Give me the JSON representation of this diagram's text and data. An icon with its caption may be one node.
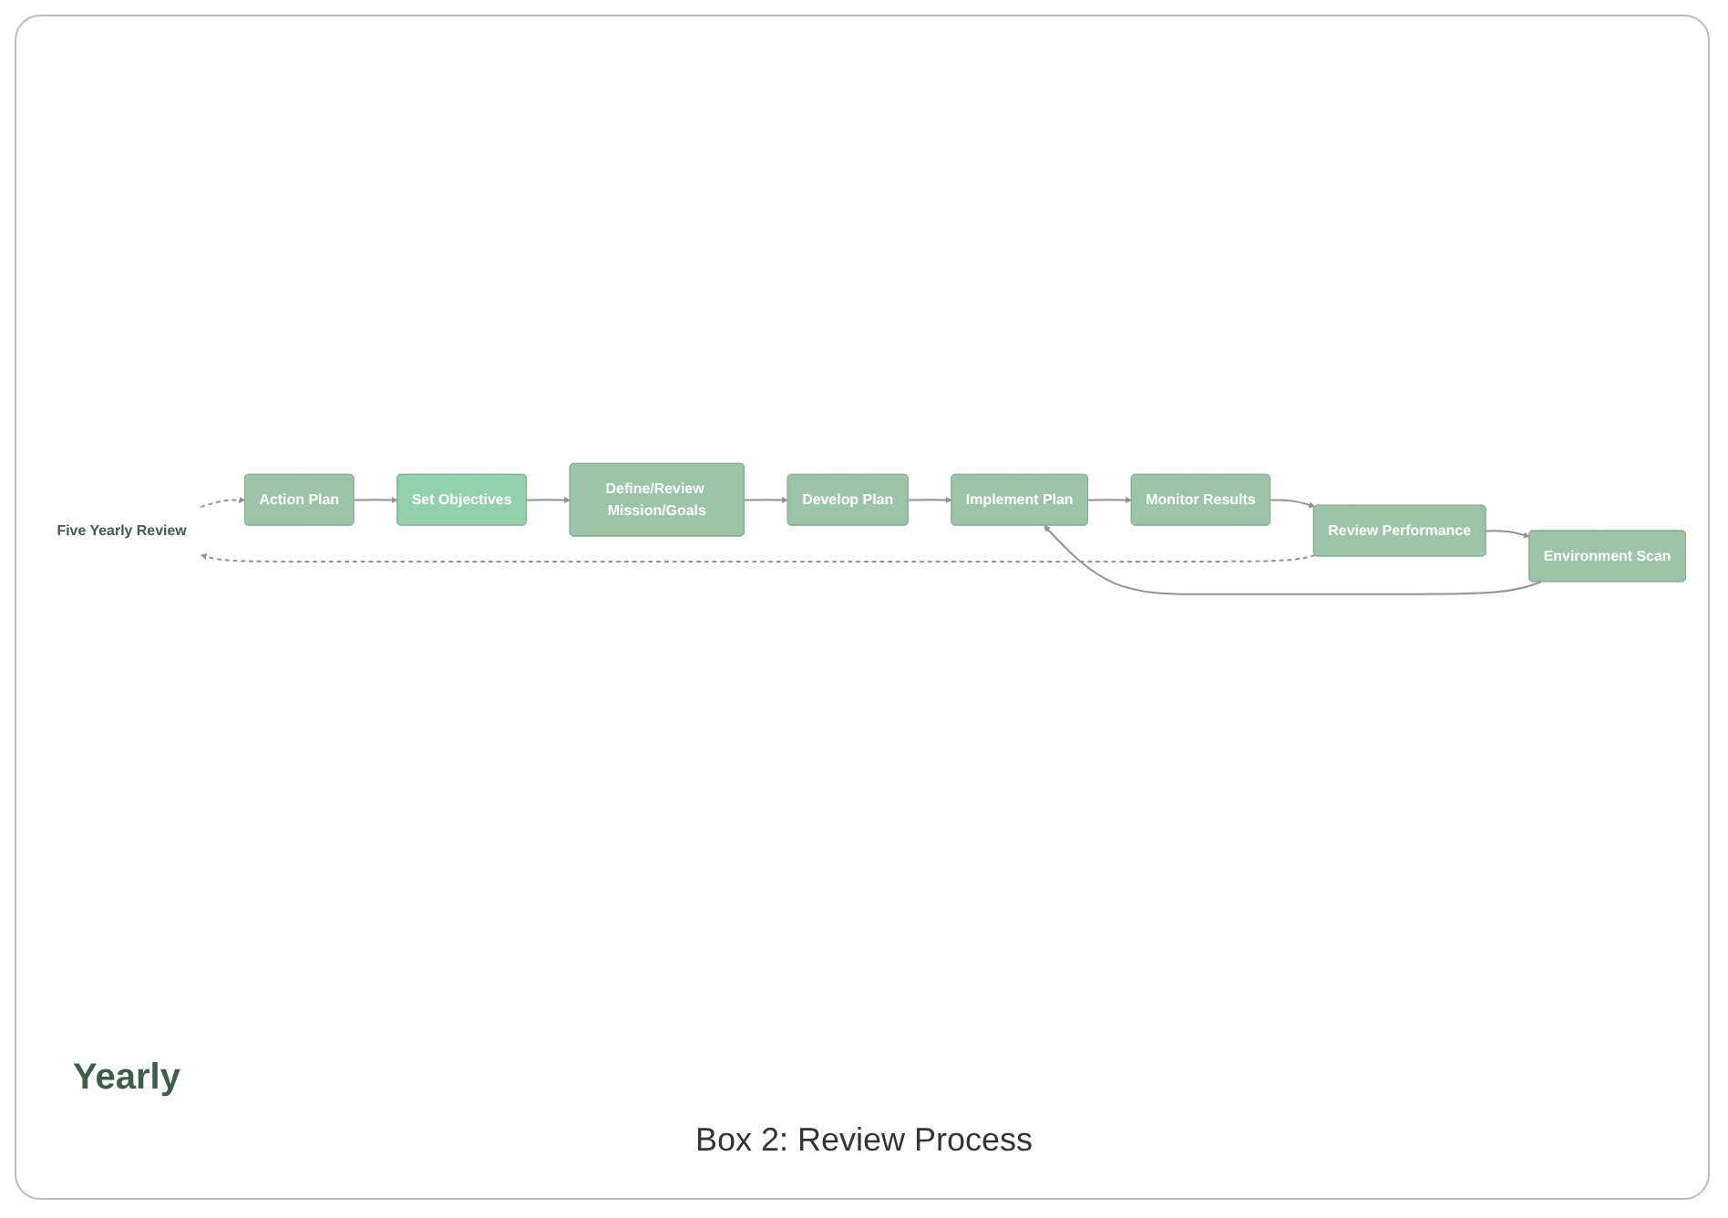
{
  "diagram": {
    "caption": "Box 2: Review Process",
    "nodes": [
      {
        "text": [
          "Five Yearly Review"
        ]
      },
      {
        "text": [
          "Action Plan"
        ]
      },
      {
        "text": [
          "Set Objectives"
        ]
      },
      {
        "text": [
          "Review Performance"
        ]
      },
      {
        "text": [
          "Environment Scan"
        ]
      },
      {
        "text": [
          "Define/Review Mission/Goals"
        ]
      },
      {
        "text": [
          "Monitor Results"
        ]
      },
      {
        "text": [
          "Implement Plan"
        ]
      },
      {
        "text": [
          "Develop Plan"
        ]
      }
    ],
    "edges": [
      {
        "from": 0,
        "to": 1,
        "arrow": "to",
        "style": "dashed"
      },
      {
        "from": 1,
        "to": 2,
        "arrow": "to"
      },
      {
        "from": 2,
        "to": 5,
        "arrow": "to"
      },
      {
        "from": 5,
        "to": 8,
        "arrow": "to"
      },
      {
        "from": 8,
        "to": 7,
        "arrow": "to"
      },
      {
        "from": 4,
        "to": 7,
        "arrow": "to"
      },
      {
        "from": 7,
        "to": 6,
        "arrow": "to"
      },
      {
        "from": 6,
        "to": 3,
        "arrow": "to"
      },
      {
        "from": 3,
        "to": 4,
        "arrow": "to"
      },
      {
        "from": 3,
        "to": 0,
        "arrow": "to",
        "style": "dashed"
      }
    ],
    "labels": [
      "Yearly"
    ]
  }
}
